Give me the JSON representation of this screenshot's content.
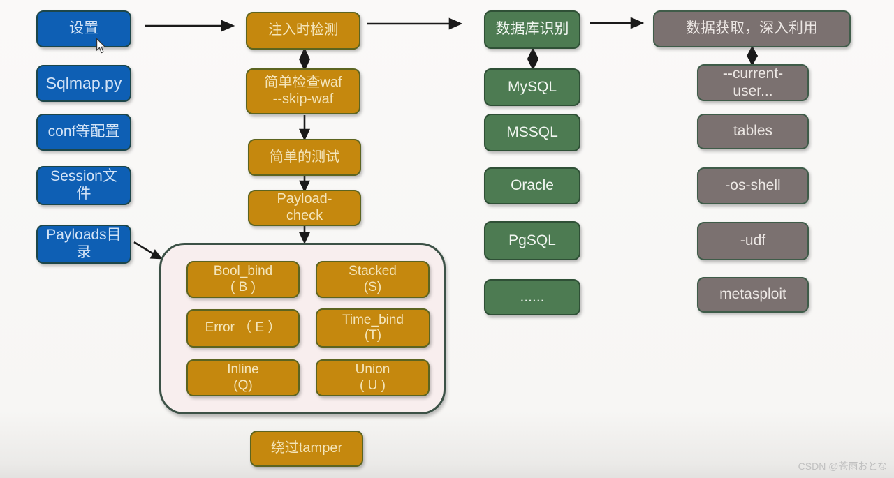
{
  "colors": {
    "background": "#f7f6f4",
    "node_blue": "#0e5fb4",
    "node_blue_border": "#1d4649",
    "node_orange": "#c5880e",
    "node_orange_border": "#5c6420",
    "node_green": "#4d7b52",
    "node_green_border": "#2f5036",
    "node_gray": "#7b7170",
    "node_gray_border": "#3f5c49",
    "panel_fill": "#f8eeee",
    "panel_border": "#3c5146",
    "arrow": "#1a1a1a",
    "watermark": "#c0c0c0"
  },
  "flow": {
    "config_column": [
      {
        "lines": [
          "设置"
        ]
      },
      {
        "lines": [
          "Sqlmap.py"
        ]
      },
      {
        "lines": [
          "conf等配置"
        ]
      },
      {
        "lines": [
          "Session文",
          "件"
        ]
      },
      {
        "lines": [
          "Payloads目",
          "录"
        ]
      }
    ],
    "detect_column": [
      {
        "lines": [
          "注入时检测"
        ]
      },
      {
        "lines": [
          "简单检查waf",
          "--skip-waf"
        ]
      },
      {
        "lines": [
          "简单的测试"
        ]
      },
      {
        "lines": [
          "Payload-",
          "check"
        ]
      }
    ],
    "techniques": [
      {
        "lines": [
          "Bool_bind",
          "( B )"
        ]
      },
      {
        "lines": [
          "Stacked",
          "(S)"
        ]
      },
      {
        "lines": [
          "Error （ E ）"
        ]
      },
      {
        "lines": [
          "Time_bind",
          "(T)"
        ]
      },
      {
        "lines": [
          "Inline",
          "(Q)"
        ]
      },
      {
        "lines": [
          "Union",
          "( U )"
        ]
      }
    ],
    "tamper": {
      "lines": [
        "绕过tamper"
      ]
    },
    "db_column": [
      {
        "lines": [
          "数据库识别"
        ]
      },
      {
        "lines": [
          "MySQL"
        ]
      },
      {
        "lines": [
          "MSSQL"
        ]
      },
      {
        "lines": [
          "Oracle"
        ]
      },
      {
        "lines": [
          "PgSQL"
        ]
      },
      {
        "lines": [
          "......"
        ]
      }
    ],
    "exploit_column": [
      {
        "lines": [
          "数据获取，深入利用"
        ]
      },
      {
        "lines": [
          "--current-",
          "user..."
        ]
      },
      {
        "lines": [
          "tables"
        ]
      },
      {
        "lines": [
          "-os-shell"
        ]
      },
      {
        "lines": [
          "-udf"
        ]
      },
      {
        "lines": [
          "metasploit"
        ]
      }
    ],
    "edges": [
      {
        "from": "设置",
        "to": "注入时检测",
        "heads": "single"
      },
      {
        "from": "注入时检测",
        "to": "数据库识别",
        "heads": "single"
      },
      {
        "from": "数据库识别",
        "to": "数据获取，深入利用",
        "heads": "single"
      },
      {
        "from": "注入时检测",
        "to": "简单检查waf --skip-waf",
        "heads": "double"
      },
      {
        "from": "简单检查waf --skip-waf",
        "to": "简单的测试",
        "heads": "single"
      },
      {
        "from": "简单的测试",
        "to": "Payload-check",
        "heads": "single"
      },
      {
        "from": "Payload-check",
        "to": "techniques-panel",
        "heads": "single"
      },
      {
        "from": "Payloads目录",
        "to": "techniques-panel",
        "heads": "single"
      },
      {
        "from": "数据库识别",
        "to": "MySQL",
        "heads": "double"
      },
      {
        "from": "数据获取，深入利用",
        "to": "--current-user...",
        "heads": "double"
      }
    ]
  },
  "watermark": "CSDN @苍雨おとな"
}
